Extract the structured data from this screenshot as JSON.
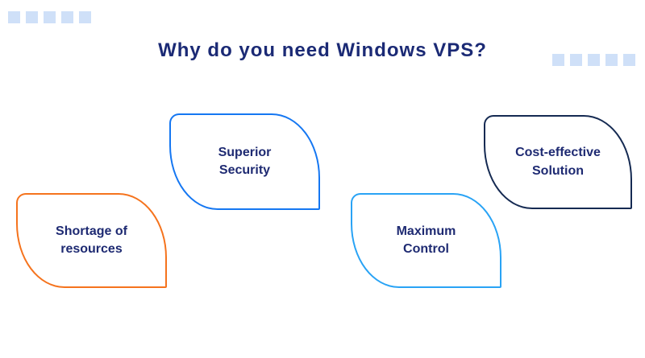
{
  "title": {
    "text": "Why do you need Windows VPS?",
    "color": "#1b2a75"
  },
  "text_color": "#1e2a72",
  "decor": {
    "square_color": "#cfe0f8",
    "left_square_count": 5,
    "right_square_count": 5
  },
  "cards": [
    {
      "name": "shortage-of-resources",
      "label": "Shortage of\nresources",
      "border_color": "#f5731d"
    },
    {
      "name": "superior-security",
      "label": "Superior\nSecurity",
      "border_color": "#1577f2"
    },
    {
      "name": "maximum-control",
      "label": "Maximum\nControl",
      "border_color": "#29a3f5"
    },
    {
      "name": "cost-effective-solution",
      "label": "Cost-effective\nSolution",
      "border_color": "#152a52"
    }
  ]
}
